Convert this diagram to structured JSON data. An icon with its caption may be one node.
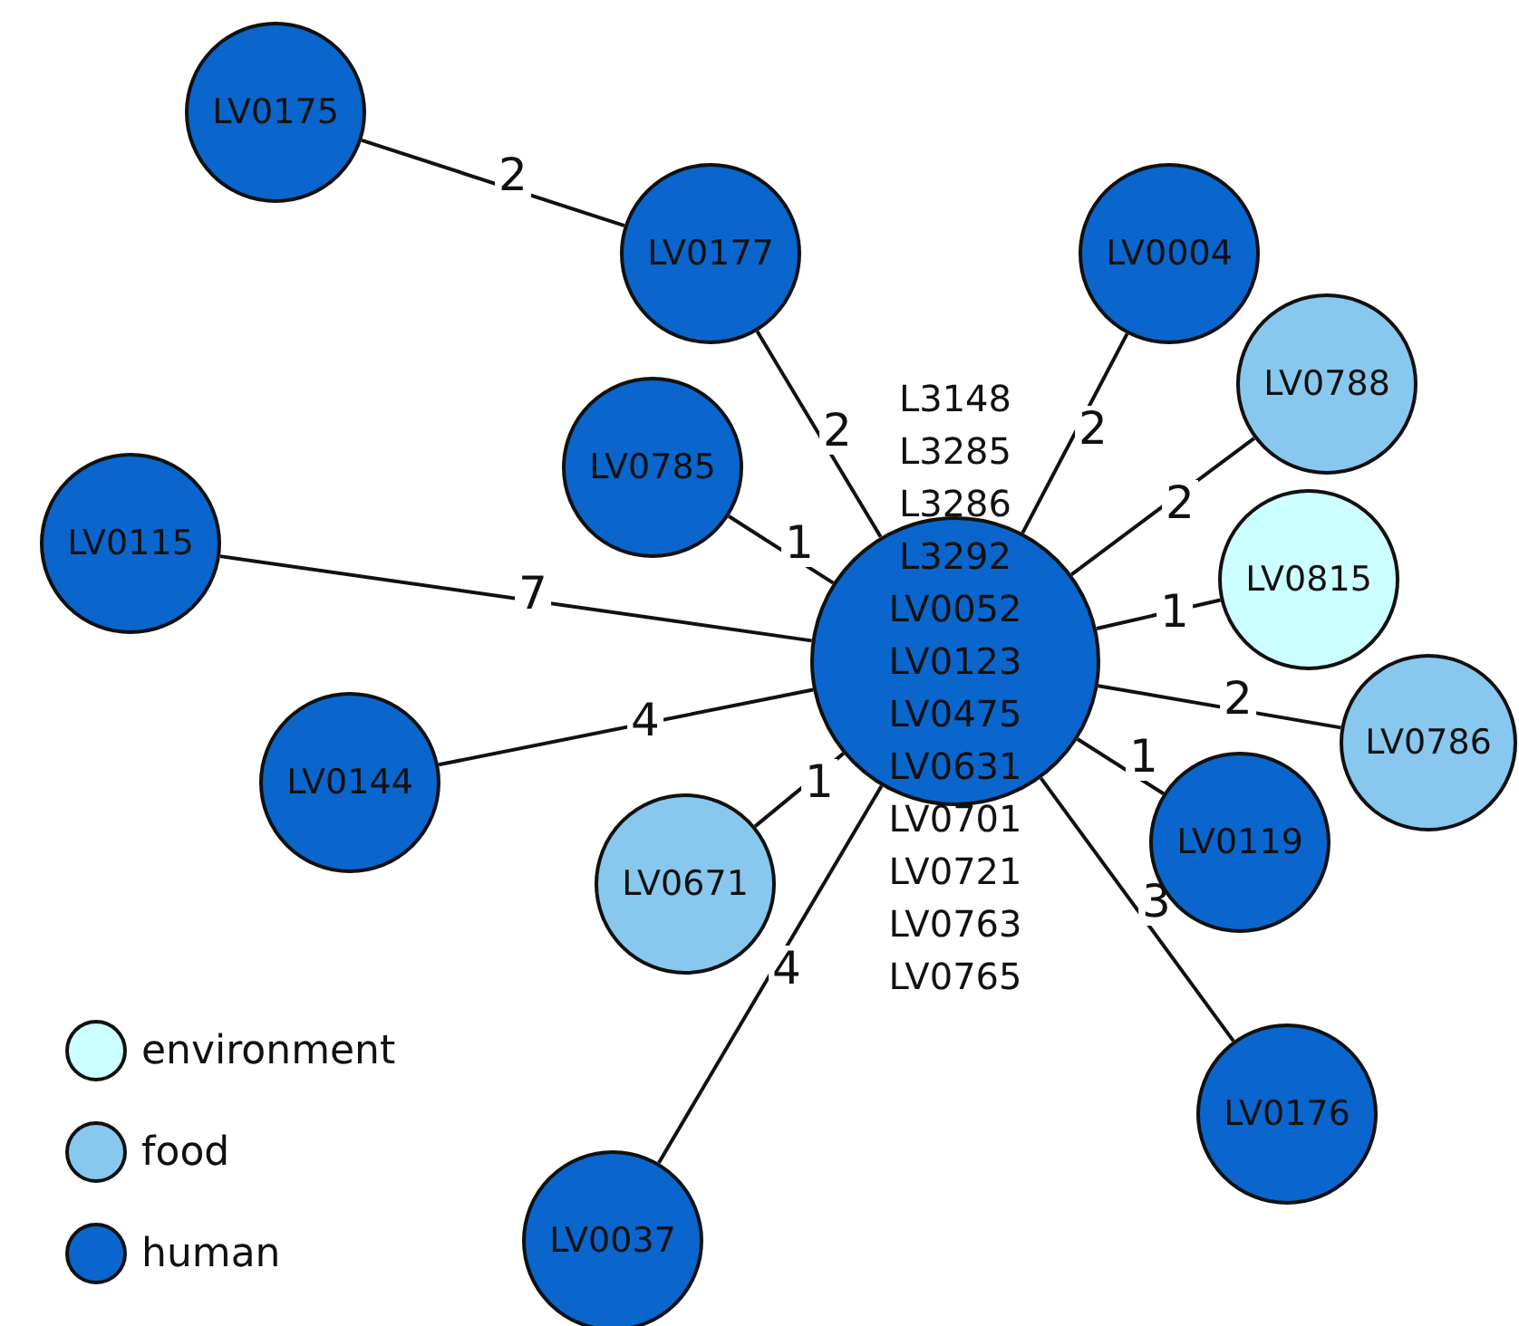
{
  "diagram": {
    "nodes": [
      {
        "text": [
          "LV0175"
        ]
      },
      {
        "text": [
          "LV0177"
        ]
      },
      {
        "text": [
          "LV0004"
        ]
      },
      {
        "text": [
          "LV0788"
        ]
      },
      {
        "text": [
          "LV0785"
        ]
      },
      {
        "text": [
          "LV0815"
        ]
      },
      {
        "text": [
          "LV0115"
        ]
      },
      {
        "text": [
          "L3148 L3285 L3286 L3292 LV0052 LV0123 LV0475 LV0631 LV0701 LV0721 LV0763 LV0765"
        ]
      },
      {
        "text": [
          "LV0786"
        ]
      },
      {
        "text": [
          "LV0144"
        ]
      },
      {
        "text": [
          "LV0671"
        ]
      },
      {
        "text": [
          "LV0119"
        ]
      },
      {
        "text": [
          "LV0176"
        ]
      },
      {
        "text": [
          "LV0037"
        ]
      }
    ],
    "edges": [
      {
        "from": 0,
        "to": 1,
        "arrow": "none",
        "label": "2"
      },
      {
        "from": 7,
        "to": 1,
        "arrow": "none",
        "label": "2"
      },
      {
        "from": 7,
        "to": 2,
        "arrow": "none",
        "label": "2"
      },
      {
        "from": 7,
        "to": 3,
        "arrow": "none",
        "label": "2"
      },
      {
        "from": 7,
        "to": 4,
        "arrow": "none",
        "label": "1"
      },
      {
        "from": 7,
        "to": 5,
        "arrow": "none",
        "label": "1"
      },
      {
        "from": 7,
        "to": 6,
        "arrow": "none",
        "label": "7"
      },
      {
        "from": 7,
        "to": 8,
        "arrow": "none",
        "label": "2"
      },
      {
        "from": 7,
        "to": 9,
        "arrow": "none",
        "label": "4"
      },
      {
        "from": 7,
        "to": 10,
        "arrow": "none",
        "label": "1"
      },
      {
        "from": 7,
        "to": 11,
        "arrow": "none",
        "label": "1"
      },
      {
        "from": 7,
        "to": 12,
        "arrow": "none",
        "label": "3"
      },
      {
        "from": 7,
        "to": 13,
        "arrow": "none",
        "label": "4"
      }
    ],
    "legend": [
      {
        "text": "environment",
        "color": "#ccffff"
      },
      {
        "text": "food",
        "color": "#88c8ee"
      },
      {
        "text": "human",
        "color": "#0a66cc"
      }
    ]
  }
}
